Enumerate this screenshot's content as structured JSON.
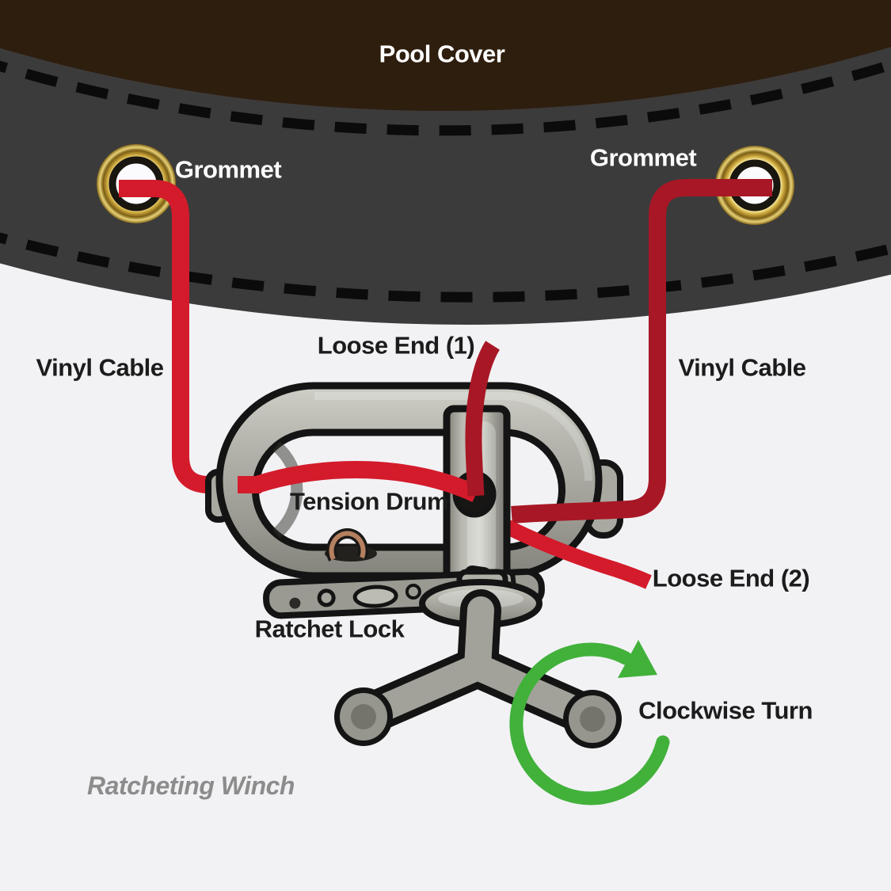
{
  "diagram": {
    "title": "Pool Cover ratcheting winch diagram",
    "labels": {
      "pool_cover": "Pool Cover",
      "grommet_left": "Grommet",
      "grommet_right": "Grommet",
      "vinyl_cable_left": "Vinyl Cable",
      "vinyl_cable_right": "Vinyl Cable",
      "loose_end_1": "Loose End (1)",
      "tension_drum": "Tension Drum",
      "loose_end_2": "Loose End (2)",
      "ratchet_lock": "Ratchet Lock",
      "clockwise_turn": "Clockwise Turn",
      "ratcheting_winch": "Ratcheting Winch"
    },
    "colors": {
      "background": "#f2f2f5",
      "pool_cover_brown": "#2e1e0e",
      "cover_band_gray": "#3c3b3b",
      "stitch_black": "#0b0b0b",
      "cable_bright_red": "#d41b2b",
      "cable_dark_red": "#a81725",
      "grommet_gold": "#c9a83e",
      "winch_gray": "#a9a9a1",
      "outline_black": "#141414",
      "arrow_green": "#41b13a",
      "label_dark": "#1c1c1c",
      "label_white": "#fdfdfd",
      "label_gray": "#8c8c8c"
    }
  }
}
